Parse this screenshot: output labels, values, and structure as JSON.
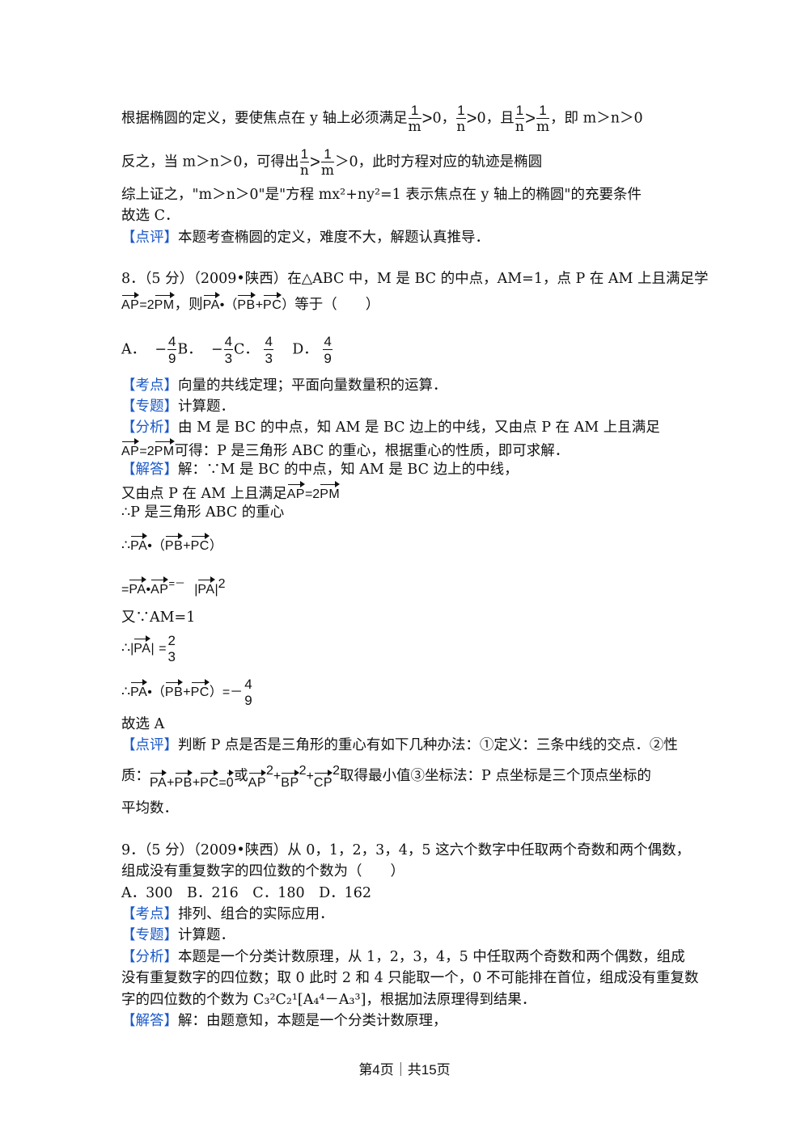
{
  "prev": {
    "l1a": "根据椭圆的定义，要使焦点在 y 轴上必须满足",
    "l1b": "，",
    "l1c": "，且",
    "l1d": "，即 m＞n＞0",
    "l2a": "反之，当 m＞n＞0，可得出",
    "l2b": "＞0，此时方程对应的轨迹是椭圆",
    "l3": "综上证之，\"m＞n＞0\"是\"方程 mx²+ny²=1 表示焦点在 y 轴上的椭圆\"的充要条件",
    "l4": "故选 C．",
    "review_tag": "【点评】",
    "review": "本题考查椭圆的定义，难度不大，解题认真推导．"
  },
  "q8": {
    "stem": "8．（5 分）（2009•陕西）在△ABC 中，M 是 BC 的中点，AM=1，点 P 在 AM 上且满足学",
    "stem2_then": "，则",
    "stem2_end": "等于（　　）",
    "options": "A．－4/9 B．－4/3 C．4/3　D．4/9",
    "kaodian_tag": "【考点】",
    "kaodian": "向量的共线定理；平面向量数量积的运算．",
    "zhuanti_tag": "【专题】",
    "zhuanti": "计算题．",
    "fenxi_tag": "【分析】",
    "fenxi1": "由 M 是 BC 的中点，知 AM 是 BC 边上的中线，又由点 P 在 AM 上且满足",
    "fenxi2": "可得：P 是三角形 ABC 的重心，根据重心的性质，即可求解．",
    "jieda_tag": "【解答】",
    "jieda1": "解：∵M 是 BC 的中点，知 AM 是 BC 边上的中线，",
    "jieda2": "又由点 P 在 AM 上且满足",
    "jieda3": "∴P 是三角形 ABC 的重心",
    "jieda_you": "又∵AM=1",
    "guxuan": "故选 A",
    "dianping_tag": "【点评】",
    "dianping1": "判断 P 点是否是三角形的重心有如下几种办法：①定义：三条中线的交点．②性",
    "dianping2a": "质：",
    "dianping2b": "或",
    "dianping2c": "取得最小值③坐标法：P 点坐标是三个顶点坐标的",
    "dianping3": "平均数．"
  },
  "q9": {
    "stem1": "9．（5 分）（2009•陕西）从 0，1，2，3，4，5 这六个数字中任取两个奇数和两个偶数，",
    "stem2": "组成没有重复数字的四位数的个数为（　　）",
    "options": "A．300　B．216　C．180　D．162",
    "kaodian_tag": "【考点】",
    "kaodian": "排列、组合的实际应用．",
    "zhuanti_tag": "【专题】",
    "zhuanti": "计算题．",
    "fenxi_tag": "【分析】",
    "fenxi1": "本题是一个分类计数原理，从 1，2，3，4，5 中任取两个奇数和两个偶数，组成",
    "fenxi2": "没有重复数字的四位数；取 0 此时 2 和 4 只能取一个，0 不可能排在首位，组成没有重复数",
    "fenxi3": "字的四位数的个数为 C₃²C₂¹[A₄⁴－A₃³]，根据加法原理得到结果．",
    "jieda_tag": "【解答】",
    "jieda": "解：由题意知，本题是一个分类计数原理，"
  },
  "footer": "第4页｜共15页"
}
